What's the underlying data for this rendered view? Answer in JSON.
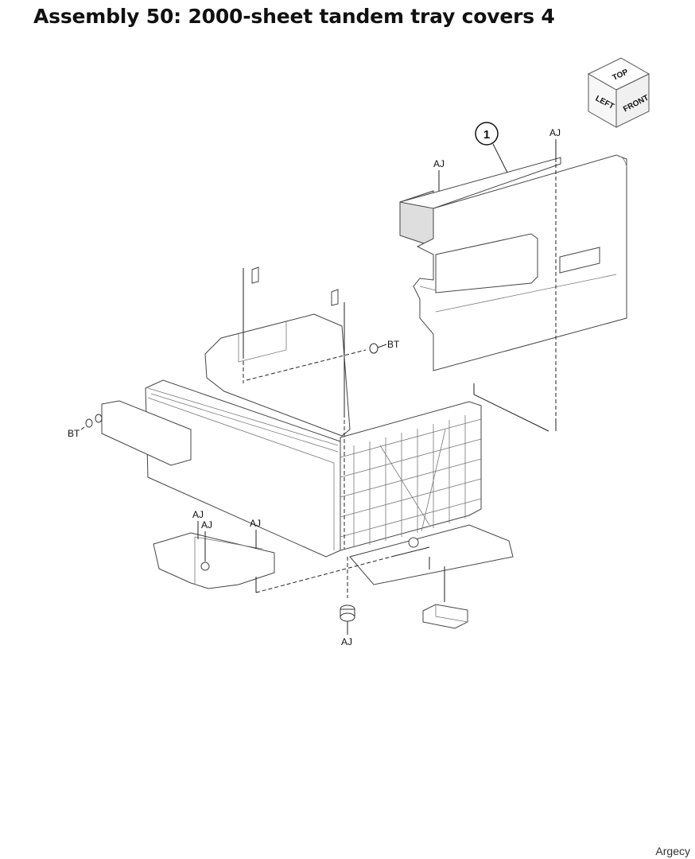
{
  "title": "Assembly 50: 2000-sheet tandem tray covers 4",
  "orientation_cube": {
    "top": "TOP",
    "left": "LEFT",
    "front": "FRONT"
  },
  "callouts": [
    {
      "number": "1"
    }
  ],
  "labels": {
    "aj_cover_top": "AJ",
    "aj_cover_right": "AJ",
    "bt_right": "BT",
    "bt_left": "BT",
    "aj_motor_1": "AJ",
    "aj_motor_2": "AJ",
    "aj_motor_3": "AJ",
    "aj_gear": "AJ"
  },
  "watermark": "Argecy"
}
